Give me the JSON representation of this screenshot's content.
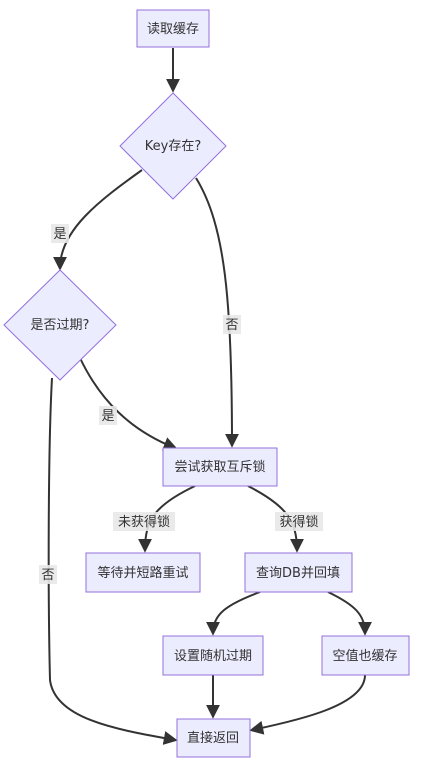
{
  "nodes": {
    "read_cache": "读取缓存",
    "key_exists": "Key存在?",
    "expired": "是否过期?",
    "try_lock": "尝试获取互斥锁",
    "wait_retry": "等待并短路重试",
    "query_db": "查询DB并回填",
    "set_random_expire": "设置随机过期",
    "cache_null": "空值也缓存",
    "return_direct": "直接返回"
  },
  "edges": {
    "key_yes": "是",
    "key_no": "否",
    "expired_yes": "是",
    "expired_no": "否",
    "lock_fail": "未获得锁",
    "lock_ok": "获得锁"
  }
}
